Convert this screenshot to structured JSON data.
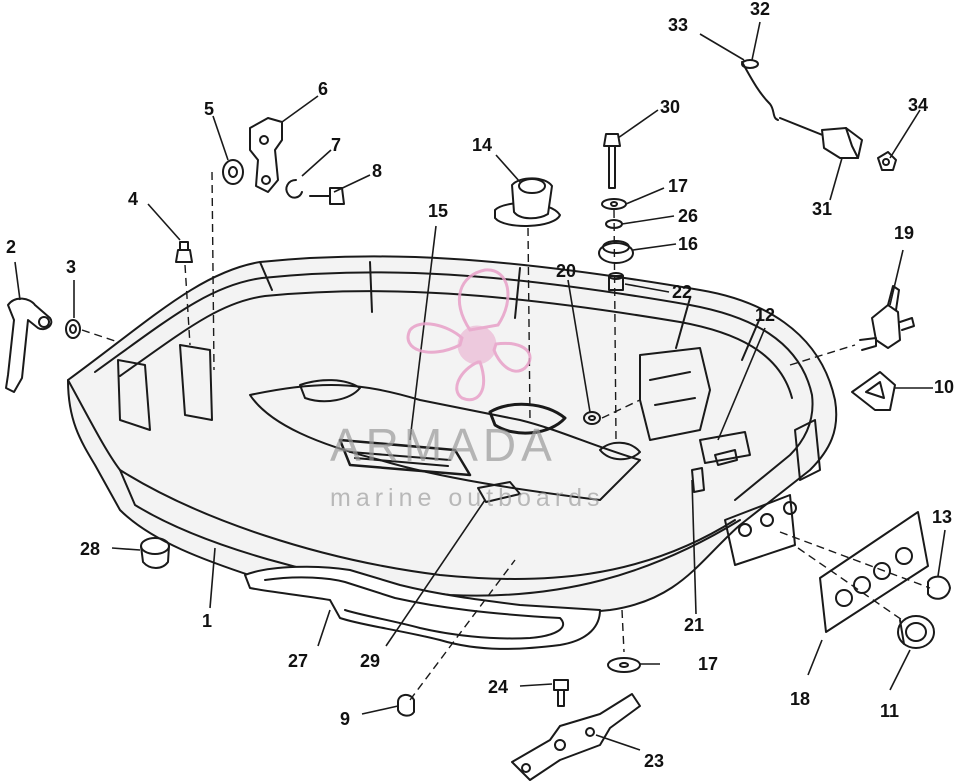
{
  "diagram": {
    "parts": [
      {
        "label": "1"
      },
      {
        "label": "2"
      },
      {
        "label": "3"
      },
      {
        "label": "4"
      },
      {
        "label": "5"
      },
      {
        "label": "6"
      },
      {
        "label": "7"
      },
      {
        "label": "8"
      },
      {
        "label": "9"
      },
      {
        "label": "10"
      },
      {
        "label": "11"
      },
      {
        "label": "12"
      },
      {
        "label": "13"
      },
      {
        "label": "14"
      },
      {
        "label": "15"
      },
      {
        "label": "16"
      },
      {
        "label": "17"
      },
      {
        "label": "17"
      },
      {
        "label": "18"
      },
      {
        "label": "19"
      },
      {
        "label": "20"
      },
      {
        "label": "21"
      },
      {
        "label": "22"
      },
      {
        "label": "23"
      },
      {
        "label": "24"
      },
      {
        "label": "26"
      },
      {
        "label": "27"
      },
      {
        "label": "28"
      },
      {
        "label": "29"
      },
      {
        "label": "30"
      },
      {
        "label": "31"
      },
      {
        "label": "32"
      },
      {
        "label": "33"
      },
      {
        "label": "34"
      }
    ]
  },
  "watermark": {
    "title": "ARMADA",
    "subtitle": "marine outboards",
    "logo_color": "#e8a0c8"
  },
  "colors": {
    "ink": "#1a1a1a",
    "body_fill": "#f4f4f4"
  }
}
